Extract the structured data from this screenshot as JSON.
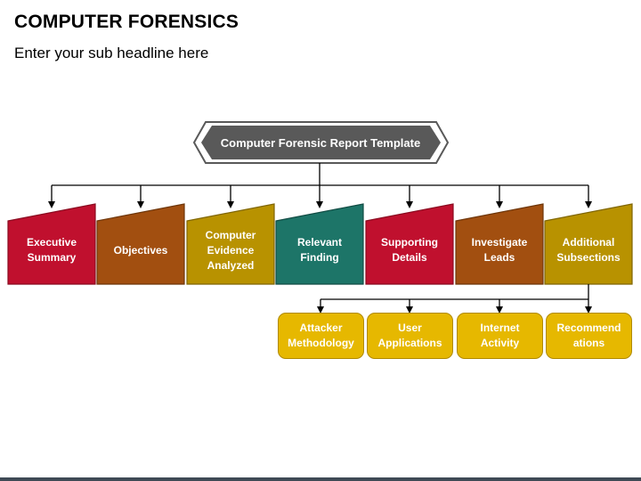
{
  "header": {
    "title": "COMPUTER FORENSICS",
    "subtitle": "Enter your sub headline here"
  },
  "root": {
    "label": "Computer Forensic Report Template",
    "color": "#595959"
  },
  "categories": [
    {
      "label": "Executive\nSummary",
      "color": "#c0102e",
      "border": "#8a0b20"
    },
    {
      "label": "Objectives",
      "color": "#a24f10",
      "border": "#6e360a"
    },
    {
      "label": "Computer\nEvidence\nAnalyzed",
      "color": "#b89200",
      "border": "#7f6500"
    },
    {
      "label": "Relevant\nFinding",
      "color": "#1d7568",
      "border": "#124c44"
    },
    {
      "label": "Supporting\nDetails",
      "color": "#c0102e",
      "border": "#8a0b20"
    },
    {
      "label": "Investigate\nLeads",
      "color": "#a24f10",
      "border": "#6e360a"
    },
    {
      "label": "Additional\nSubsections",
      "color": "#b89200",
      "border": "#7f6500"
    }
  ],
  "subsections": [
    {
      "label": "Attacker\nMethodology"
    },
    {
      "label": "User\nApplications"
    },
    {
      "label": "Internet\nActivity"
    },
    {
      "label": "Recommend\nations"
    }
  ]
}
